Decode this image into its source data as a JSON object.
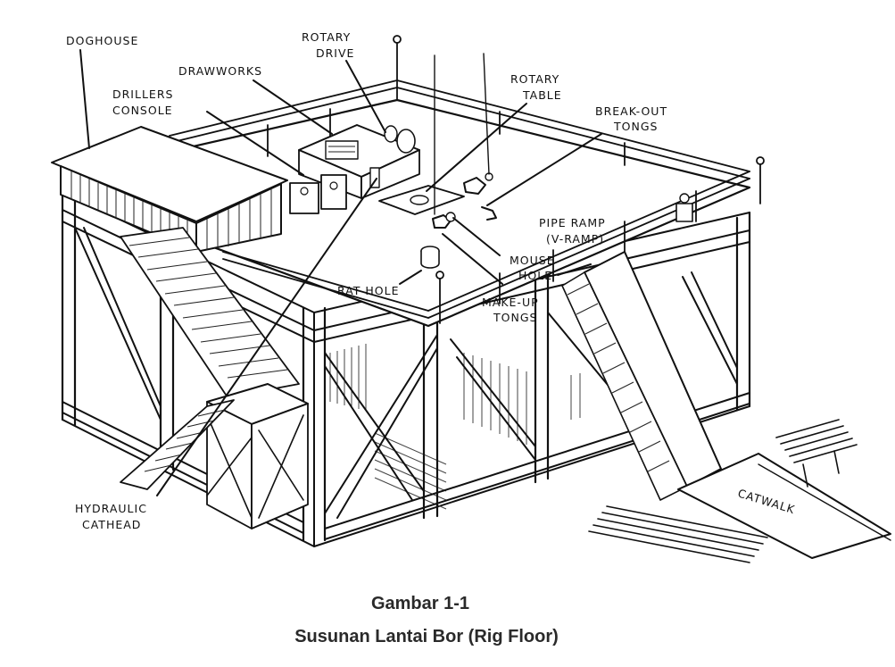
{
  "labels": {
    "doghouse": "DOGHOUSE",
    "drawworks": "DRAWWORKS",
    "drillers_console": [
      "DRILLERS",
      "CONSOLE"
    ],
    "rotary_drive": [
      "ROTARY",
      "DRIVE"
    ],
    "rotary_table": [
      "ROTARY",
      "TABLE"
    ],
    "break_out_tongs": [
      "BREAK-OUT",
      "TONGS"
    ],
    "pipe_ramp": [
      "PIPE RAMP",
      "(V-RAMP)"
    ],
    "mouse_hole": [
      "MOUSE",
      "HOLE"
    ],
    "rat_hole": "RAT HOLE",
    "make_up_tongs": [
      "MAKE-UP",
      "TONGS"
    ],
    "hydraulic_cathead": [
      "HYDRAULIC",
      "CATHEAD"
    ],
    "catwalk": "CATWALK"
  },
  "caption": {
    "figure": "Gambar 1-1",
    "title": "Susunan Lantai Bor (Rig Floor)"
  },
  "colors": {
    "ink": "#111111",
    "caption": "#2a2a2a",
    "background": "#ffffff"
  }
}
